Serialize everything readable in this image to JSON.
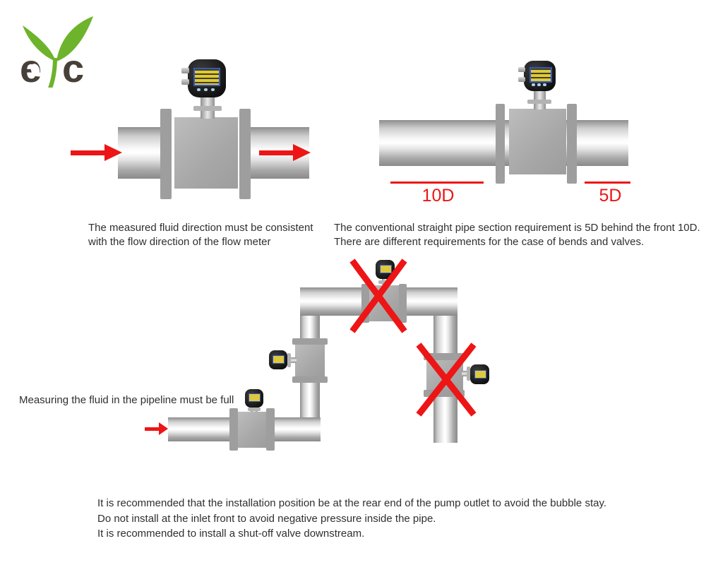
{
  "logo": {
    "letter_e": "e",
    "letter_c": "c"
  },
  "diagram_flow_direction": {
    "caption": [
      "The measured fluid direction must be consistent",
      "with the flow direction of the flow meter"
    ]
  },
  "diagram_straight_pipe": {
    "upstream_label": "10D",
    "downstream_label": "5D",
    "caption": [
      "The conventional straight pipe section requirement is 5D behind the front 10D.",
      "There are different requirements for the case of bends and valves."
    ]
  },
  "diagram_full_pipe": {
    "caption": "Measuring the fluid in the pipeline must be full"
  },
  "recommendations": {
    "lines": [
      "It is recommended that the installation position be at the rear end of the pump outlet to avoid the bubble stay.",
      "Do not install at the inlet front to avoid negative pressure inside the pipe.",
      "It is recommended to install a shut-off valve downstream."
    ]
  },
  "colors": {
    "accent_red": "#ed1515",
    "logo_green": "#6db32b",
    "logo_dark": "#474038",
    "lcd_yellow": "#ddc93e",
    "lcd_frame_blue": "#3457c0"
  }
}
